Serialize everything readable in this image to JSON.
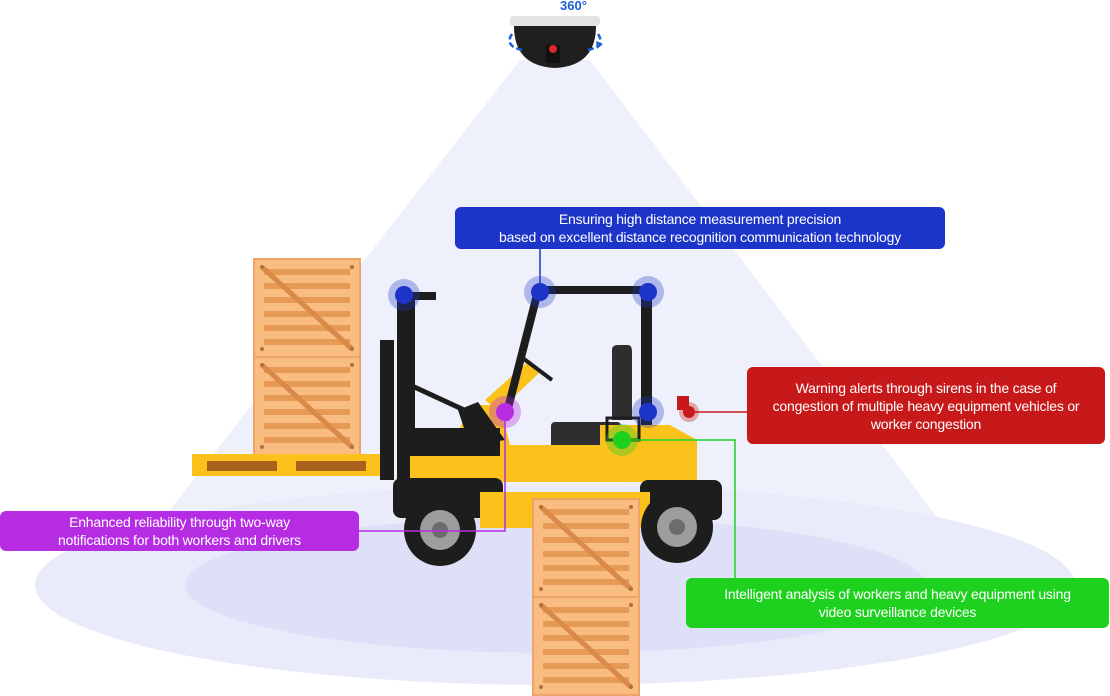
{
  "camera": {
    "label": "360°"
  },
  "callouts": {
    "distance": {
      "lines": [
        "Ensuring high distance measurement precision",
        "based on excellent distance recognition communication technology"
      ],
      "color": "#1c34c7"
    },
    "siren": {
      "lines": [
        "Warning alerts through sirens in the case of",
        "congestion of multiple heavy equipment vehicles or",
        "worker congestion"
      ],
      "color": "#c8191a"
    },
    "notify": {
      "lines": [
        "Enhanced reliability through two-way",
        "notifications for both workers and drivers"
      ],
      "color": "#b62ce3"
    },
    "video": {
      "lines": [
        "Intelligent analysis of workers and heavy equipment using",
        "video surveillance devices"
      ],
      "color": "#1fd11f"
    }
  },
  "colors": {
    "forklift_body": "#fcc21c",
    "forklift_dark": "#1d1d1d",
    "crate": "#f9bd82",
    "crate_stripe": "#e79a55",
    "floor": "#e9ebfa"
  }
}
